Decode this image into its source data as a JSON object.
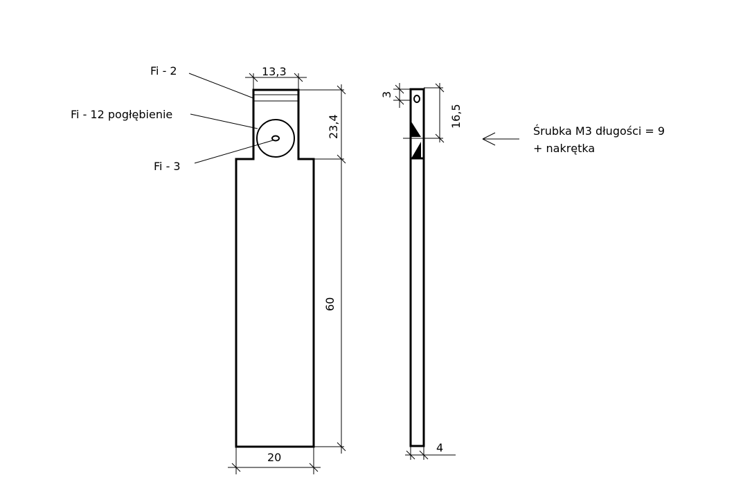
{
  "labels": {
    "fi2": "Fi - 2",
    "fi12": "Fi - 12 pogłębienie",
    "fi3": "Fi - 3",
    "screw_line1": "Śrubka M3 długości = 9",
    "screw_line2": "+ nakrętka"
  },
  "dimensions": {
    "top_width": "13,3",
    "top_height": "23,4",
    "body_height": "60",
    "body_width": "20",
    "side_hole_offset": "3",
    "side_height": "16,5",
    "side_thickness": "4"
  }
}
